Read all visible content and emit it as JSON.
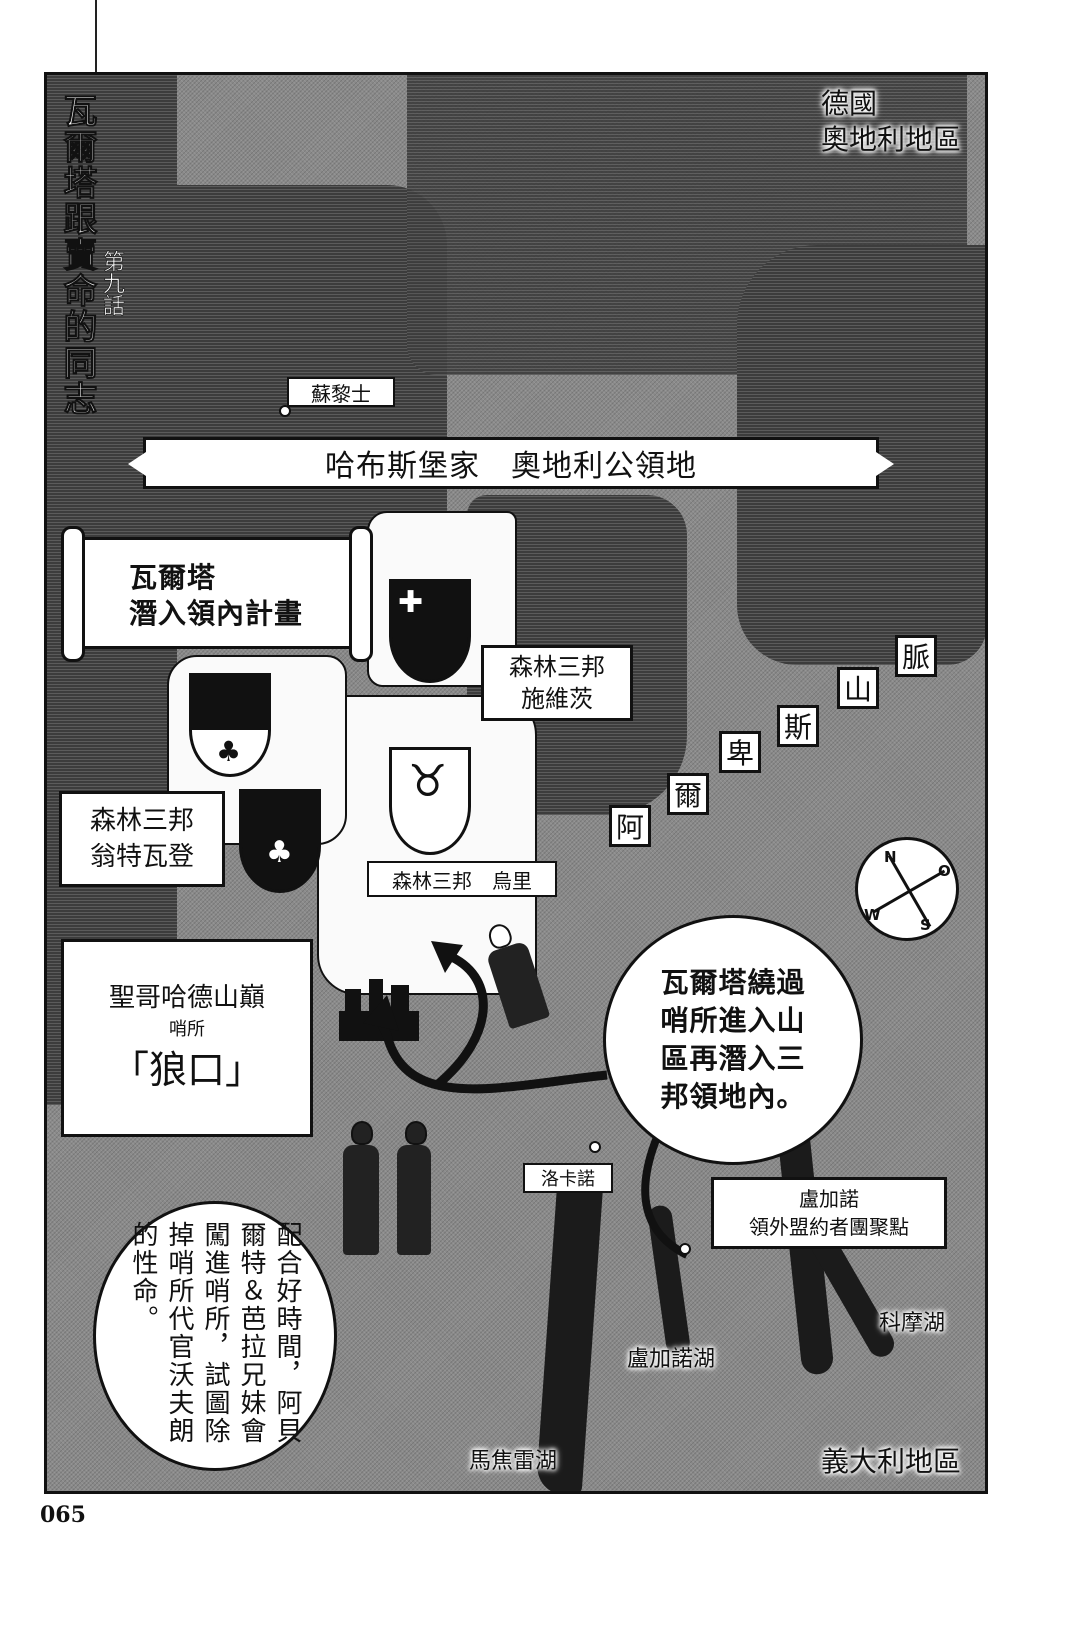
{
  "page": {
    "page_number": "065",
    "chapter_title": "瓦爾塔跟賣命的同志",
    "episode": "第九話"
  },
  "map": {
    "region_labels": {
      "germany_austria": [
        "德國",
        "奧地利地區"
      ],
      "italy": "義大利地區"
    },
    "cities": {
      "zurich": "蘇黎士",
      "locarno": "洛卡諾"
    },
    "banner": "哈布斯堡家　奧地利公領地",
    "plan_scroll": {
      "line1": "瓦爾塔",
      "line2": "潛入領內計畫"
    },
    "cantons": {
      "schwyz": [
        "森林三邦",
        "施維茨"
      ],
      "unterwalden": [
        "森林三邦",
        "翁特瓦登"
      ],
      "uri": "森林三邦　烏里"
    },
    "alps_label": [
      "阿",
      "爾",
      "卑",
      "斯",
      "山",
      "脈"
    ],
    "checkpoint": {
      "name": "聖哥哈德山巔",
      "type": "哨所",
      "nickname": "「狼口」"
    },
    "lugano": {
      "name": "盧加諾",
      "desc": "領外盟約者團聚點"
    },
    "lakes": {
      "lugano_lake": "盧加諾湖",
      "como_lake": "科摩湖",
      "maggiore_lake": "馬焦雷湖"
    },
    "compass": {
      "north": "N",
      "west": "W",
      "east": "O",
      "south": "S"
    }
  },
  "bubbles": {
    "route": [
      "瓦爾塔繞過",
      "哨所進入山",
      "區再潛入三",
      "邦領地內。"
    ],
    "distraction": "配合好時間，阿貝爾特＆芭拉兄妹會闖進哨所，試圖除掉哨所代官沃夫朗的性命。"
  },
  "colors": {
    "ink": "#111111",
    "paper": "#ffffff",
    "terrain": "#8a8a8a",
    "austria_territory": "#3c3c3c",
    "lake": "#1b1b1b"
  }
}
